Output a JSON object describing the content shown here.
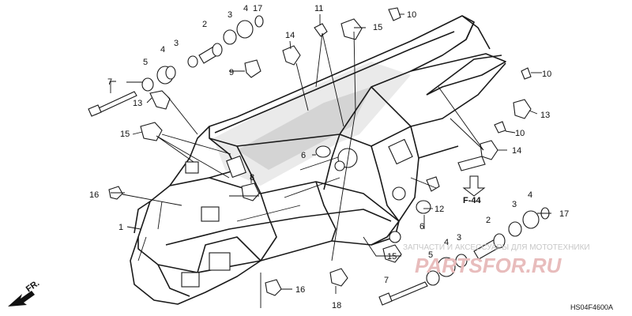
{
  "diagram": {
    "code": "HS04F4600A",
    "ref_label": "F-44",
    "direction_label": "FR.",
    "watermark_text": "ЗАПЧАСТИ И АКСЕССУАРЫ ДЛЯ МОТОТЕХНИКИ",
    "watermark_logo": "PARTSFOR.RU",
    "watermark_color": "#e8bcbc"
  },
  "callouts": [
    {
      "id": "c1",
      "text": "1"
    },
    {
      "id": "c2a",
      "text": "2"
    },
    {
      "id": "c3a",
      "text": "3"
    },
    {
      "id": "c3b",
      "text": "3"
    },
    {
      "id": "c4a",
      "text": "4"
    },
    {
      "id": "c4b",
      "text": "4"
    },
    {
      "id": "c5a",
      "text": "5"
    },
    {
      "id": "c7a",
      "text": "7"
    },
    {
      "id": "c17a",
      "text": "17"
    },
    {
      "id": "c9",
      "text": "9"
    },
    {
      "id": "c11",
      "text": "11"
    },
    {
      "id": "c14a",
      "text": "14"
    },
    {
      "id": "c15a",
      "text": "15"
    },
    {
      "id": "c10a",
      "text": "10"
    },
    {
      "id": "c10b",
      "text": "10"
    },
    {
      "id": "c10c",
      "text": "10"
    },
    {
      "id": "c13a",
      "text": "13"
    },
    {
      "id": "c13b",
      "text": "13"
    },
    {
      "id": "c15b",
      "text": "15"
    },
    {
      "id": "c14b",
      "text": "14"
    },
    {
      "id": "c6a",
      "text": "6"
    },
    {
      "id": "c8",
      "text": "8"
    },
    {
      "id": "c16a",
      "text": "16"
    },
    {
      "id": "c16b",
      "text": "16"
    },
    {
      "id": "c18",
      "text": "18"
    },
    {
      "id": "c12",
      "text": "12"
    },
    {
      "id": "c6b",
      "text": "6"
    },
    {
      "id": "c15c",
      "text": "15"
    },
    {
      "id": "c2b",
      "text": "2"
    },
    {
      "id": "c3c",
      "text": "3"
    },
    {
      "id": "c3d",
      "text": "3"
    },
    {
      "id": "c4c",
      "text": "4"
    },
    {
      "id": "c4d",
      "text": "4"
    },
    {
      "id": "c5b",
      "text": "5"
    },
    {
      "id": "c7b",
      "text": "7"
    },
    {
      "id": "c17b",
      "text": "17"
    }
  ]
}
